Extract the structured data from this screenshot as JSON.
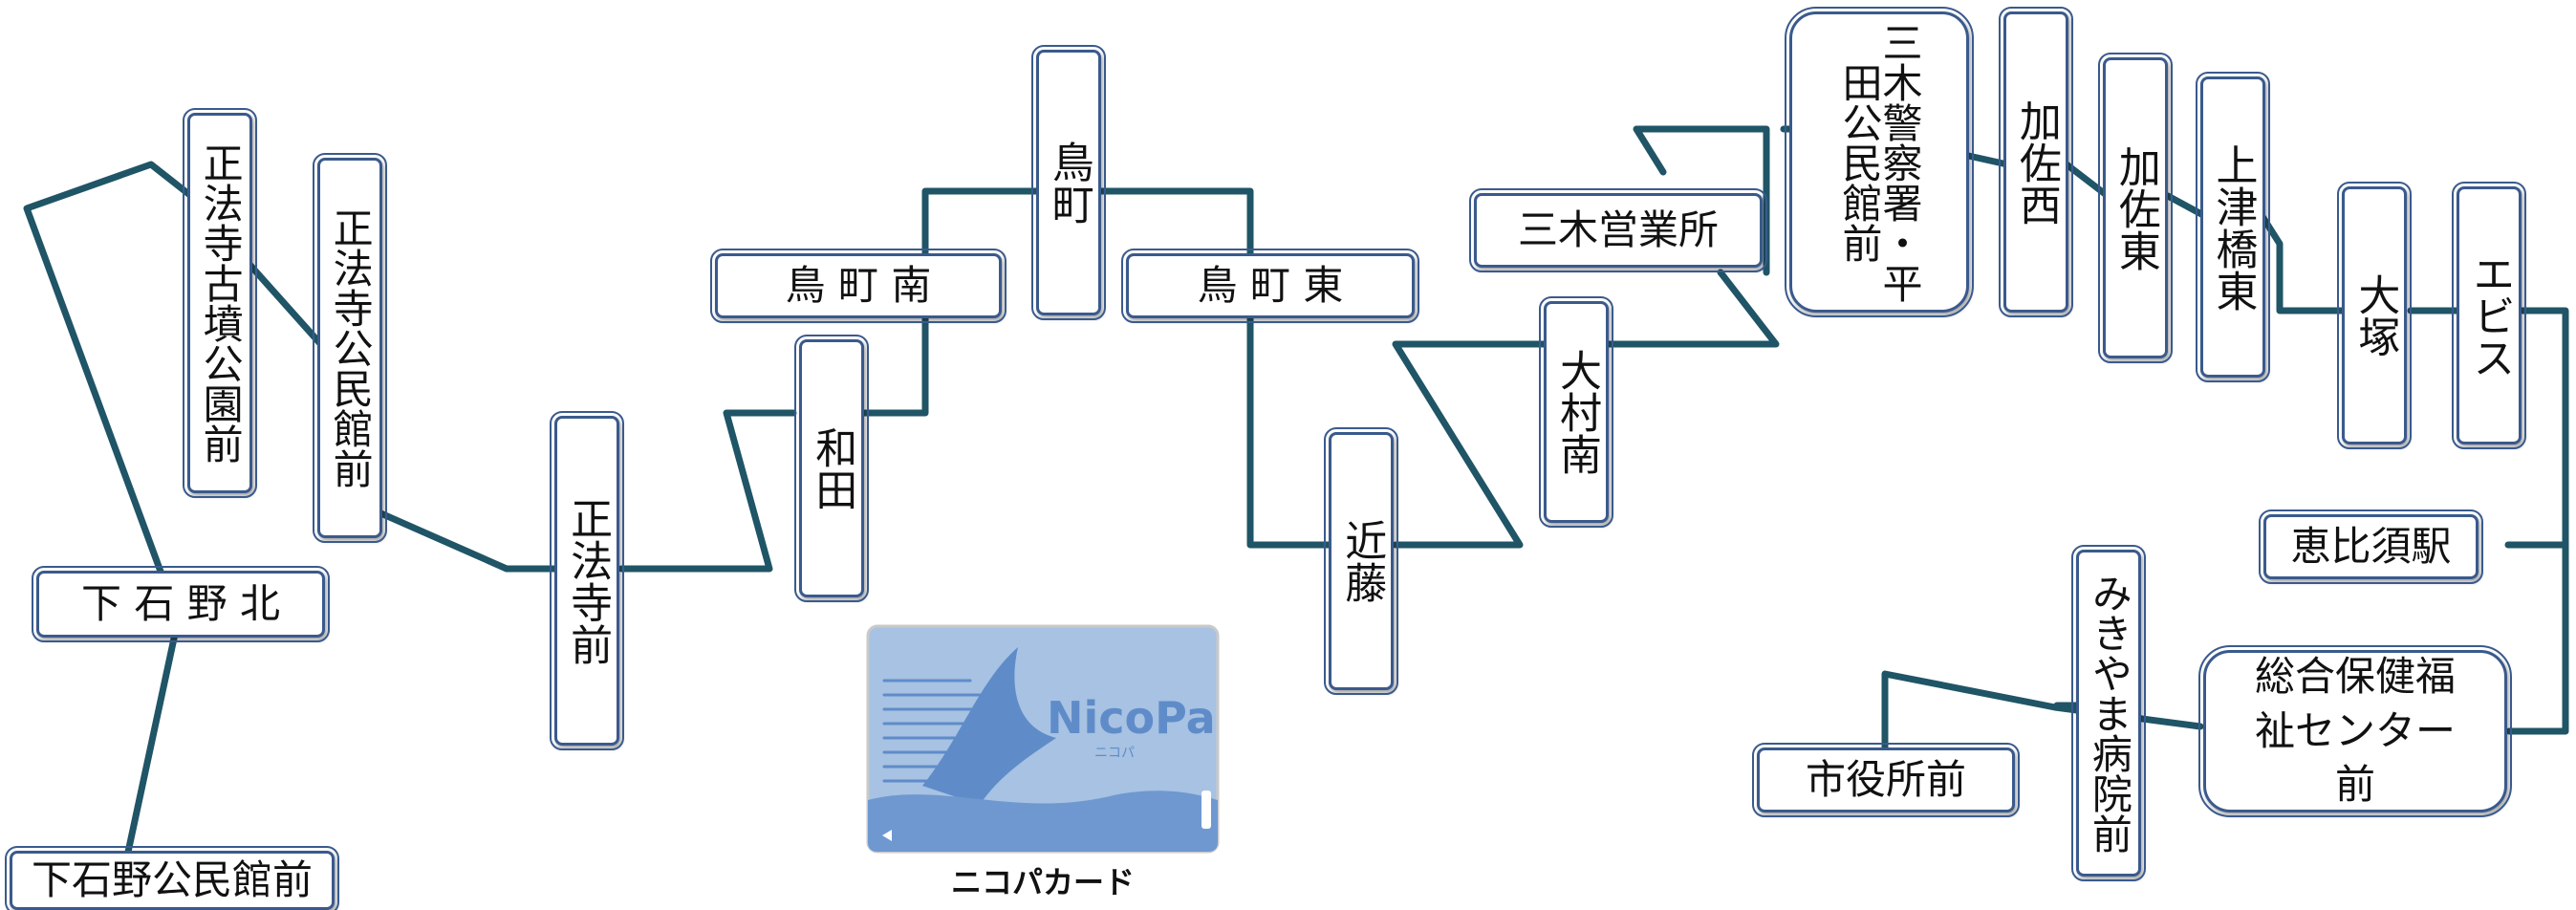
{
  "colors": {
    "route_line": "#1f5566",
    "box_border": "#3a5a8c",
    "card_bg": "#a7c2e2",
    "card_accent": "#5f8cc9"
  },
  "stops": {
    "shimoishino_hoku": "下 石 野 北",
    "shimoishino_kominkan": "下石野公民館前",
    "shohoji_kofun": "正法寺古墳公園前",
    "shohoji_kominkan": "正法寺公民館前",
    "shohoji_mae": "正法寺前",
    "wada": "和田",
    "torimachi_minami": "鳥 町 南",
    "torimachi": "鳥町",
    "torimachi_higashi": "鳥 町 東",
    "kondo": "近藤",
    "omura_minami": "大村南",
    "miki_eigyosho": "三木営業所",
    "miki_keisatsu": "三木警察署・平田公民館前",
    "kasa_nishi": "加佐西",
    "kasa_higashi": "加佐東",
    "kozu_hashi_higashi": "上津橋東",
    "otsuka": "大塚",
    "ebisu": "エビス",
    "ebisu_eki": "恵比須駅",
    "sogo_hoken": "総合保健福祉センター前",
    "mikiyama_byoin": "みきやま病院前",
    "shiyakusho": "市役所前"
  },
  "card": {
    "logo_main": "NicoPa",
    "logo_kana": "ニコパ",
    "caption": "ニコパカード"
  }
}
